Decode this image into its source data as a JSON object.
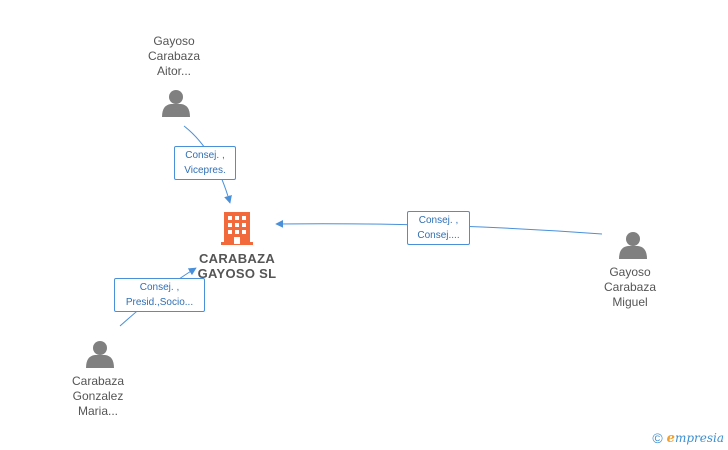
{
  "company": {
    "name_line1": "CARABAZA",
    "name_line2": "GAYOSO  SL",
    "icon": "building-icon",
    "color": "#f26a3c"
  },
  "people": [
    {
      "id": "aitor",
      "line1": "Gayoso",
      "line2": "Carabaza",
      "line3": "Aitor...",
      "icon": "person-icon"
    },
    {
      "id": "miguel",
      "line1": "Gayoso",
      "line2": "Carabaza",
      "line3": "Miguel",
      "icon": "person-icon"
    },
    {
      "id": "maria",
      "line1": "Carabaza",
      "line2": "Gonzalez",
      "line3": "Maria...",
      "icon": "person-icon"
    }
  ],
  "relations": [
    {
      "from": "aitor",
      "line1": "Consej. ,",
      "line2": "Vicepres."
    },
    {
      "from": "miguel",
      "line1": "Consej. ,",
      "line2": "Consej...."
    },
    {
      "from": "maria",
      "line1": "Consej. ,",
      "line2": "Presid.,Socio..."
    }
  ],
  "colors": {
    "edge": "#4a90d9",
    "node": "#808080",
    "text": "#555555"
  },
  "brand": {
    "copyright": "©",
    "initial": "e",
    "name": "mpresia"
  }
}
